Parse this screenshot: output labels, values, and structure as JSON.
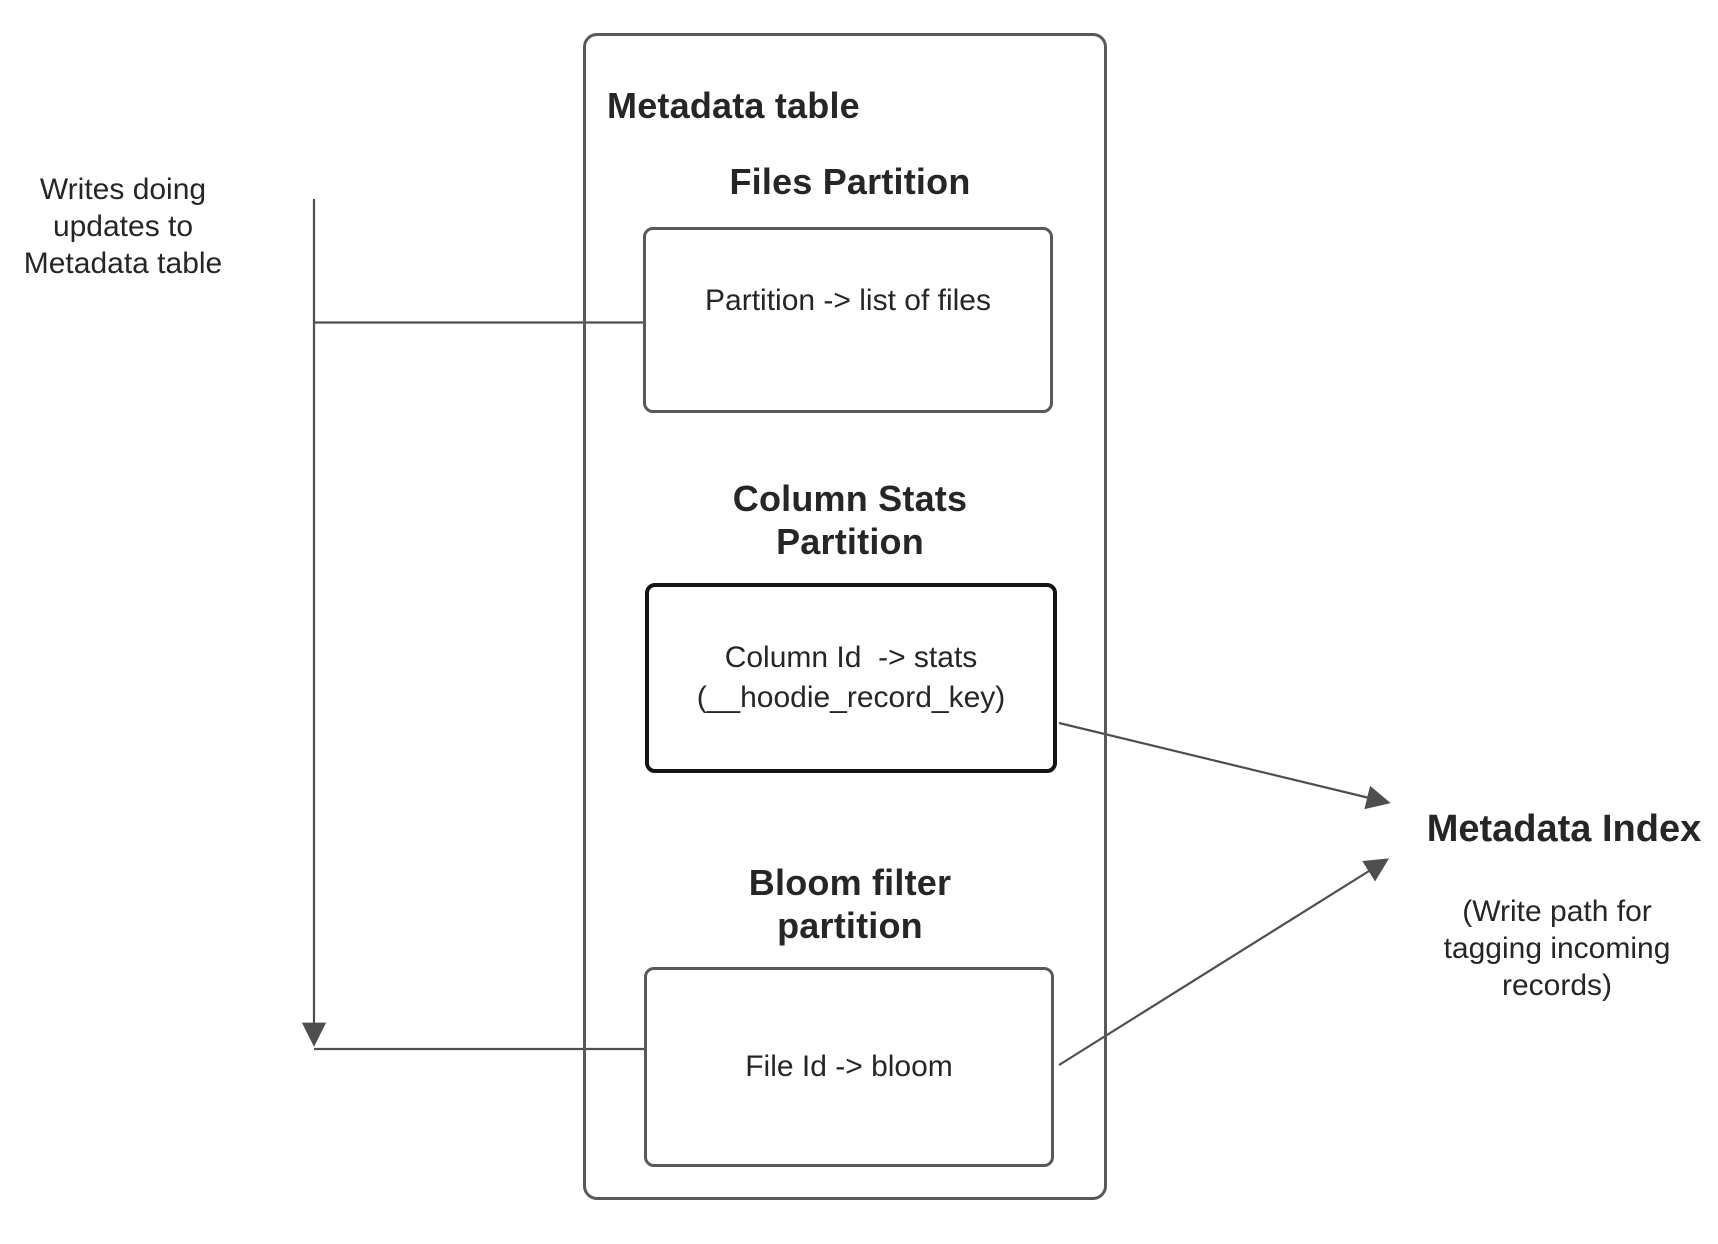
{
  "colors": {
    "background": "#ffffff",
    "line": "#4f4f4f",
    "box_border": "#595959",
    "emphasis_border": "#141414",
    "text": "#262626"
  },
  "left_note": {
    "text": "Writes doing\nupdates to\nMetadata table"
  },
  "metadata_table": {
    "title": "Metadata table",
    "partitions": [
      {
        "heading": "Files Partition",
        "label": "Partition -> list of files"
      },
      {
        "heading": "Column Stats\nPartition",
        "label": "Column Id  -> stats\n(__hoodie_record_key)"
      },
      {
        "heading": "Bloom filter\npartition",
        "label": "File Id -> bloom"
      }
    ]
  },
  "metadata_index": {
    "title": "Metadata Index",
    "subtitle": "(Write path for\ntagging incoming\nrecords)"
  }
}
